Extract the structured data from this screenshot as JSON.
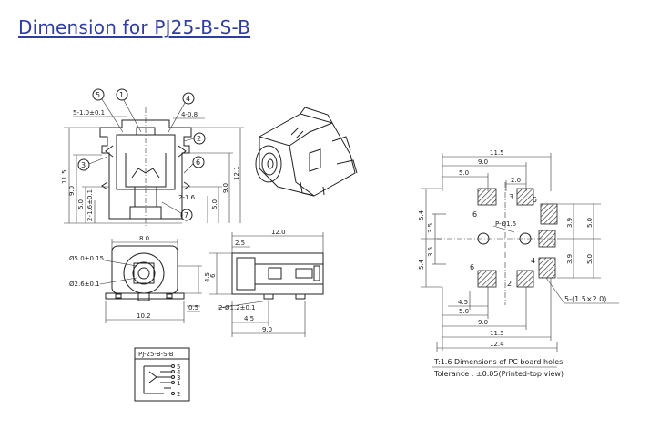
{
  "title": "Dimension for PJ25-B-S-B",
  "front_view": {
    "callouts": [
      "5",
      "1",
      "4",
      "2",
      "3",
      "6",
      "7"
    ],
    "dims": {
      "top_left": "5-1.0±0.1",
      "top_right": "4-0.8",
      "h_total": "11.5",
      "h_mid": "9.0",
      "h_low": "5.0",
      "h_small": "2-1.6±0.1",
      "r_h1": "12.1",
      "r_h2": "9.0",
      "r_h3": "5.0",
      "r_h4": "2-1.6"
    }
  },
  "bottom_view": {
    "dims": {
      "w_top": "8.0",
      "d_big": "Ø5.0±0.15",
      "d_small": "Ø2.6±0.1",
      "h_45": "4.5",
      "w_bottom": "10.2",
      "h_05": "0.5"
    }
  },
  "side_view": {
    "dims": {
      "w_total": "12.0",
      "w_25": "2.5",
      "h_6": "6",
      "pin": "2-Ø1.2±0.1",
      "w_45": "4.5",
      "w_90": "9.0"
    }
  },
  "pcb_layout": {
    "dims": {
      "w_115": "11.5",
      "w_90": "9.0",
      "w_50": "5.0",
      "w_20": "2.0",
      "l_54a": "5.4",
      "l_35a": "3.5",
      "l_35b": "3.5",
      "l_54b": "5.4",
      "r_39a": "3.9",
      "r_50a": "5.0",
      "r_39b": "3.9",
      "r_50b": "5.0",
      "hole": "P-Ø1.5",
      "b_45": "4.5",
      "b_50": "5.0",
      "b_90": "9.0",
      "b_115": "11.5",
      "b_124": "12.4",
      "slot": "5-(1.5×2.0)"
    },
    "pad_labels": [
      "6",
      "3",
      "5",
      "6",
      "2",
      "4"
    ],
    "note_line1": "T:1.6 Dimensions of PC board holes",
    "note_line2": "Tolerance : ±0.05(Printed-top view)"
  },
  "schematic": {
    "label": "PJ-25-B-S-B",
    "pins": [
      "5",
      "4",
      "3",
      "1",
      "2"
    ]
  }
}
